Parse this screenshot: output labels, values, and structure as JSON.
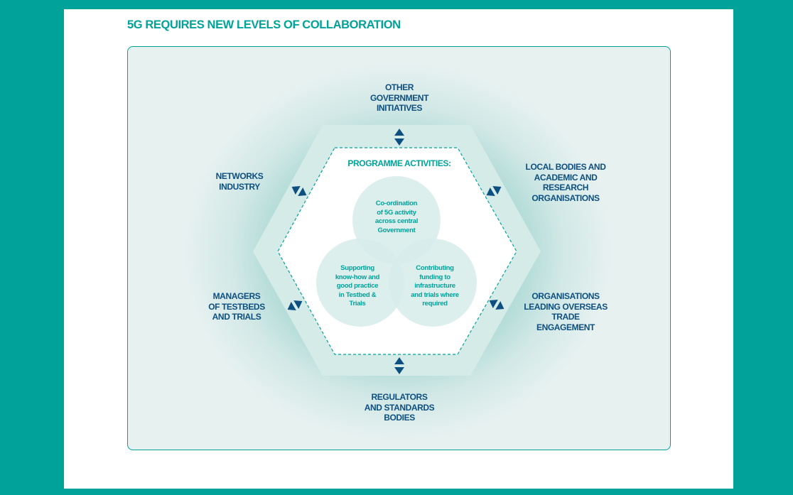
{
  "title": "5G REQUIRES NEW LEVELS OF COLLABORATION",
  "colors": {
    "teal": "#00a29a",
    "navy": "#0d4f80",
    "panel": "#e6f1f0",
    "circle": "#d7ecea"
  },
  "programme": {
    "heading": "PROGRAMME ACTIVITIES:",
    "activities": [
      "Co-ordination\nof 5G activity\nacross central\nGovernment",
      "Supporting\nknow-how and\ngood practice\nin Testbed &\nTrials",
      "Contributing\nfunding to\ninfrastructure\nand trials where\nrequired"
    ]
  },
  "stakeholders": {
    "top": "OTHER\nGOVERNMENT\nINITIATIVES",
    "upper_right": "LOCAL BODIES AND\nACADEMIC AND\nRESEARCH\nORGANISATIONS",
    "lower_right": "ORGANISATIONS\nLEADING OVERSEAS\nTRADE\nENGAGEMENT",
    "bottom": "REGULATORS\nAND STANDARDS\nBODIES",
    "lower_left": "MANAGERS\nOF TESTBEDS\nAND TRIALS",
    "upper_left": "NETWORKS\nINDUSTRY"
  },
  "icons": {
    "connector": "double-arrow-icon"
  }
}
